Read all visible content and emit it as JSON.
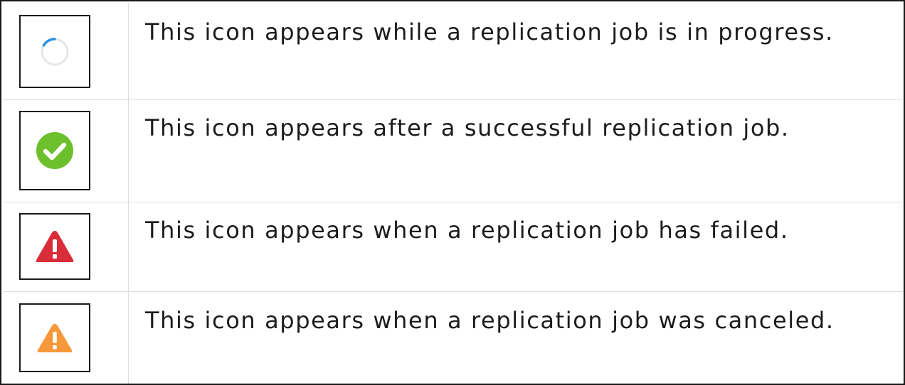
{
  "rows": [
    {
      "icon": "in-progress-spinner-icon",
      "text": "This icon appears while a replication job is in progress."
    },
    {
      "icon": "success-check-icon",
      "text": "This icon appears after a successful replication job."
    },
    {
      "icon": "failed-warning-icon",
      "text": "This icon appears when a replication job has failed."
    },
    {
      "icon": "canceled-warning-icon",
      "text": "This icon appears when a replication job was canceled."
    }
  ],
  "colors": {
    "spinner_track": "#e6e6e6",
    "spinner_arc": "#2b8fe0",
    "success": "#6cc02b",
    "failed": "#d92d3a",
    "canceled": "#f7993a"
  }
}
